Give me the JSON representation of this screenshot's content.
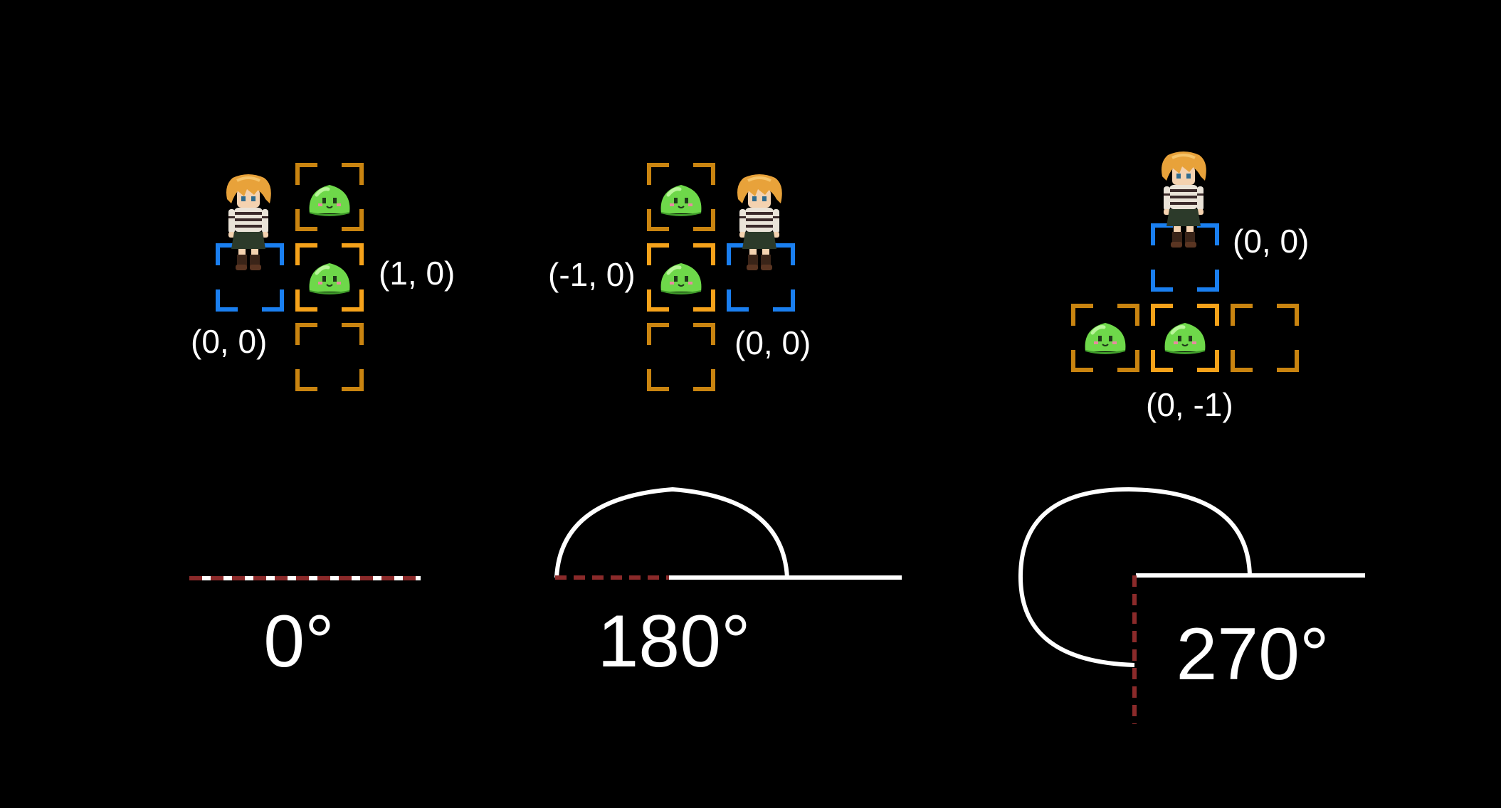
{
  "colors": {
    "background": "#000000",
    "player_box": "#1a7ff0",
    "target_box_active": "#f5a21a",
    "target_box_other": "#c98410",
    "arc_line": "#ffffff",
    "dashed_ref": "#8b2a2a",
    "slime": "#6ed84a",
    "hair": "#e8a23a"
  },
  "icons": {
    "player": "player-character-icon",
    "enemy": "green-slime-icon"
  },
  "panels": [
    {
      "coord_player": "(0, 0)",
      "coord_target": "(1, 0)",
      "angle_label": "0°"
    },
    {
      "coord_player": "(0, 0)",
      "coord_target": "(-1, 0)",
      "angle_label": "180°"
    },
    {
      "coord_player": "(0, 0)",
      "coord_target": "(0, -1)",
      "angle_label": "270°"
    }
  ]
}
